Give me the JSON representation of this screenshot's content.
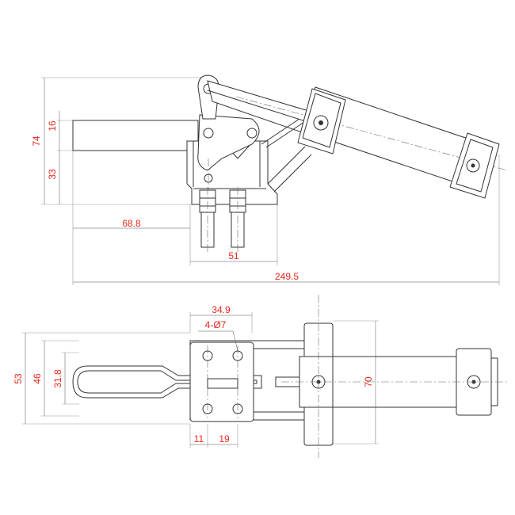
{
  "colors": {
    "dimension_text": "#e8281e",
    "outline": "#333333",
    "extension_line": "#9a9a9a"
  },
  "side_view": {
    "overall_height": "74",
    "top_offset": "16",
    "base_height": "33",
    "reach_length": "68.8",
    "base_length": "51",
    "overall_length": "249.5"
  },
  "top_view": {
    "hole_spacing_x": "34.9",
    "hole_callout": "4-Ø7",
    "overall_width": "53",
    "handle_width": "46",
    "bar_width": "31.8",
    "cylinder_diameter": "70",
    "hole_offset": "11",
    "hole_pitch": "19"
  }
}
